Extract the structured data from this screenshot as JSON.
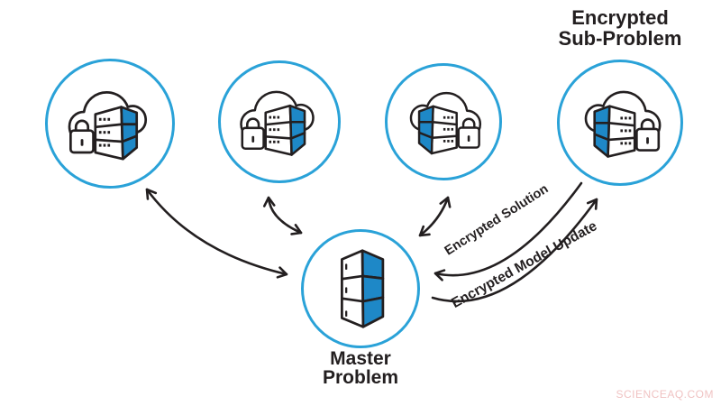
{
  "labels": {
    "sub_problem": {
      "line1": "Encrypted",
      "line2": "Sub-Problem"
    },
    "master": {
      "line1": "Master",
      "line2": "Problem"
    },
    "arrow_solution": "Encrypted Solution",
    "arrow_model_update": "Encrypted Model Update",
    "watermark": "SCIENCEAQ.COM"
  },
  "nodes": [
    {
      "id": "sub-problem-1",
      "icon": "cloud-server-lock-icon",
      "mirrored": false
    },
    {
      "id": "sub-problem-2",
      "icon": "cloud-server-lock-icon",
      "mirrored": false
    },
    {
      "id": "sub-problem-3",
      "icon": "cloud-server-lock-icon",
      "mirrored": true
    },
    {
      "id": "sub-problem-4",
      "icon": "cloud-server-lock-icon",
      "mirrored": true,
      "label": "Encrypted Sub-Problem"
    },
    {
      "id": "master",
      "icon": "server-icon",
      "label": "Master Problem"
    }
  ],
  "edges": [
    {
      "from": "master",
      "to": "sub-problem-1",
      "direction": "bidirectional"
    },
    {
      "from": "master",
      "to": "sub-problem-2",
      "direction": "bidirectional"
    },
    {
      "from": "master",
      "to": "sub-problem-3",
      "direction": "bidirectional"
    },
    {
      "from": "sub-problem-4",
      "to": "master",
      "direction": "one-way",
      "label": "Encrypted Solution"
    },
    {
      "from": "master",
      "to": "sub-problem-4",
      "direction": "one-way",
      "label": "Encrypted Model Update"
    }
  ],
  "colors": {
    "background": "#ffffff",
    "circle_stroke": "#2aa2d8",
    "server_fill": "#1e88c7",
    "line": "#231f20",
    "text": "#231f20",
    "watermark": "#f0c3c3"
  }
}
